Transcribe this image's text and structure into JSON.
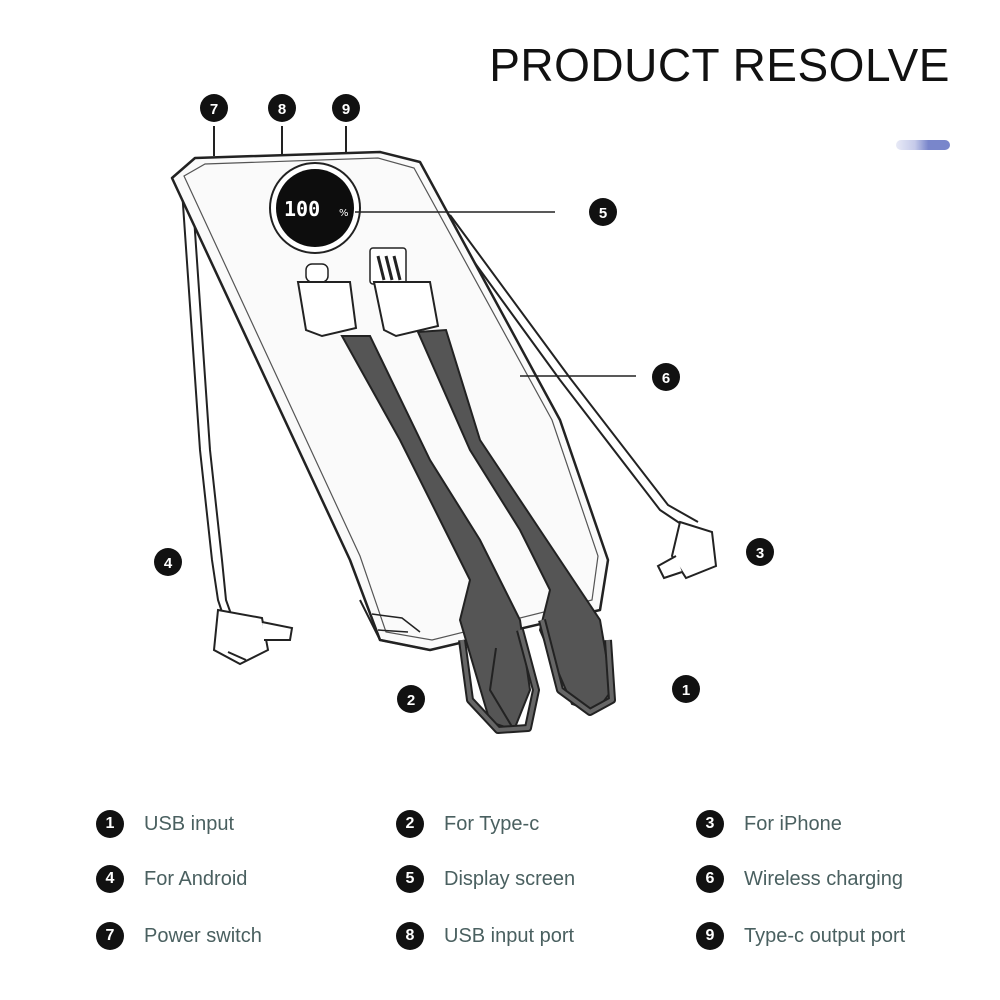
{
  "title": "PRODUCT RESOLVE",
  "display_readout": "100",
  "display_unit": "%",
  "callouts": {
    "c1": "1",
    "c2": "2",
    "c3": "3",
    "c4": "4",
    "c5": "5",
    "c6": "6",
    "c7": "7",
    "c8": "8",
    "c9": "9"
  },
  "legend": [
    {
      "num": "1",
      "label": "USB input"
    },
    {
      "num": "2",
      "label": "For Type-c"
    },
    {
      "num": "3",
      "label": "For iPhone"
    },
    {
      "num": "4",
      "label": "For Android"
    },
    {
      "num": "5",
      "label": "Display screen"
    },
    {
      "num": "6",
      "label": "Wireless charging"
    },
    {
      "num": "7",
      "label": "Power switch"
    },
    {
      "num": "8",
      "label": "USB input port"
    },
    {
      "num": "9",
      "label": "Type-c output port"
    }
  ],
  "colors": {
    "accent": "#7986cb",
    "badge": "#111111",
    "legend_text": "#4a6060"
  }
}
